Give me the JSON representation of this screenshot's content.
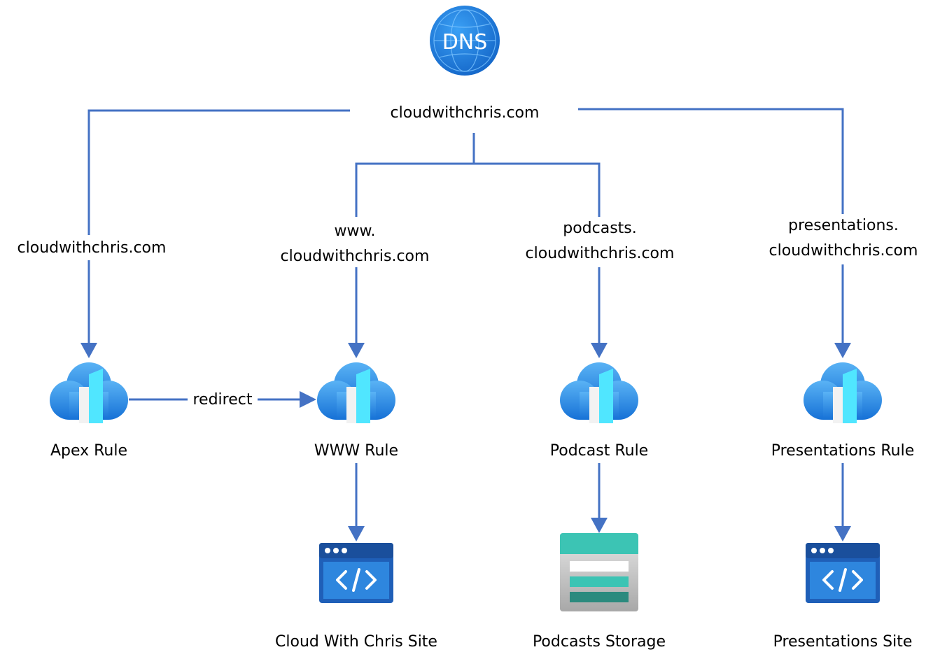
{
  "dns_icon": {
    "icon": "dns-globe-icon",
    "label": "DNS",
    "color": "#1a73d6"
  },
  "root_domain": "cloudwithchris.com",
  "branches": [
    {
      "id": "apex",
      "hostname_line1": "",
      "hostname_line2": "cloudwithchris.com"
    },
    {
      "id": "www",
      "hostname_line1": "www.",
      "hostname_line2": "cloudwithchris.com"
    },
    {
      "id": "podcasts",
      "hostname_line1": "podcasts.",
      "hostname_line2": "cloudwithchris.com"
    },
    {
      "id": "presentations",
      "hostname_line1": "presentations.",
      "hostname_line2": "cloudwithchris.com"
    }
  ],
  "rules": [
    {
      "id": "apex",
      "label": "Apex Rule",
      "icon": "front-door-cloud-icon"
    },
    {
      "id": "www",
      "label": "WWW Rule",
      "icon": "front-door-cloud-icon"
    },
    {
      "id": "podcast",
      "label": "Podcast Rule",
      "icon": "front-door-cloud-icon"
    },
    {
      "id": "presentations",
      "label": "Presentations Rule",
      "icon": "front-door-cloud-icon"
    }
  ],
  "redirect_label": "redirect",
  "targets": [
    {
      "id": "cwc-site",
      "label": "Cloud With Chris Site",
      "icon": "web-app-code-icon"
    },
    {
      "id": "podcasts-storage",
      "label": "Podcasts Storage",
      "icon": "storage-account-icon"
    },
    {
      "id": "presentations-site",
      "label": "Presentations Site",
      "icon": "web-app-code-icon"
    }
  ],
  "colors": {
    "connector": "#4472c4",
    "cloud_blue": "#2a8de0",
    "door_cyan": "#50e6ff",
    "webapp_blue": "#1f6fcf",
    "storage_teal": "#37c2b1"
  }
}
